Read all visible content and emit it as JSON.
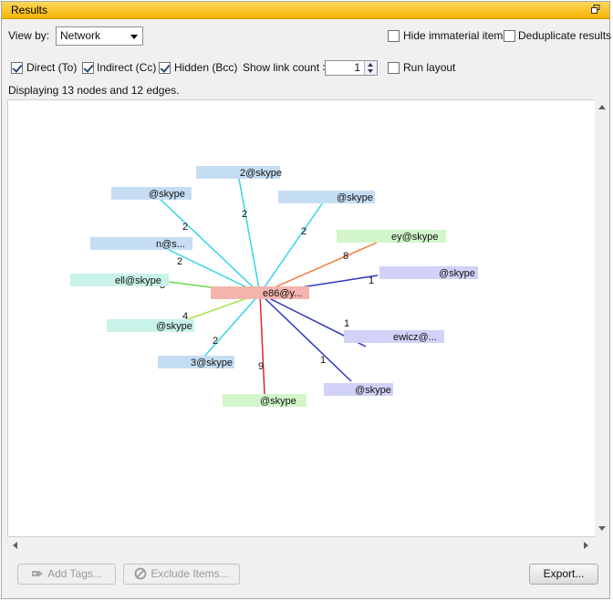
{
  "panel": {
    "title": "Results"
  },
  "toolbar": {
    "view_by_label": "View by:",
    "view_by_value": "Network",
    "hide_immaterial_label": "Hide immaterial items",
    "deduplicate_label": "Deduplicate results",
    "direct_label": "Direct (To)",
    "indirect_label": "Indirect (Cc)",
    "hidden_label": "Hidden (Bcc)",
    "show_link_count_label": "Show link count >",
    "link_count_value": "1",
    "run_layout_label": "Run layout"
  },
  "status": "Displaying 13 nodes and 12 edges.",
  "graph": {
    "center": {
      "label": "e86@y...",
      "color": "#f4a7a0"
    },
    "nodes": [
      {
        "label": "2@skype",
        "color": "#b9d6f2"
      },
      {
        "label": "@skype",
        "color": "#b9d6f2"
      },
      {
        "label": "@skype",
        "color": "#b9d6f2"
      },
      {
        "label": "n@s...",
        "color": "#b9d6f2"
      },
      {
        "label": "ey@skype",
        "color": "#c9f2c0"
      },
      {
        "label": "@skype",
        "color": "#c6c6f5"
      },
      {
        "label": "ell@skype",
        "color": "#bff0e4"
      },
      {
        "label": "ewicz@...",
        "color": "#c6c6f5"
      },
      {
        "label": "@skype",
        "color": "#bff0e4"
      },
      {
        "label": "3@skype",
        "color": "#b9d6f2"
      },
      {
        "label": "@skype",
        "color": "#c6c6f5"
      },
      {
        "label": "@skype",
        "color": "#c9f2c0"
      }
    ],
    "edge_labels": [
      "2",
      "2",
      "2",
      "2",
      "8",
      "1",
      "3",
      "4",
      "1",
      "2",
      "1",
      "9"
    ]
  },
  "actions": {
    "add_tags_label": "Add Tags...",
    "exclude_items_label": "Exclude Items...",
    "export_label": "Export..."
  }
}
